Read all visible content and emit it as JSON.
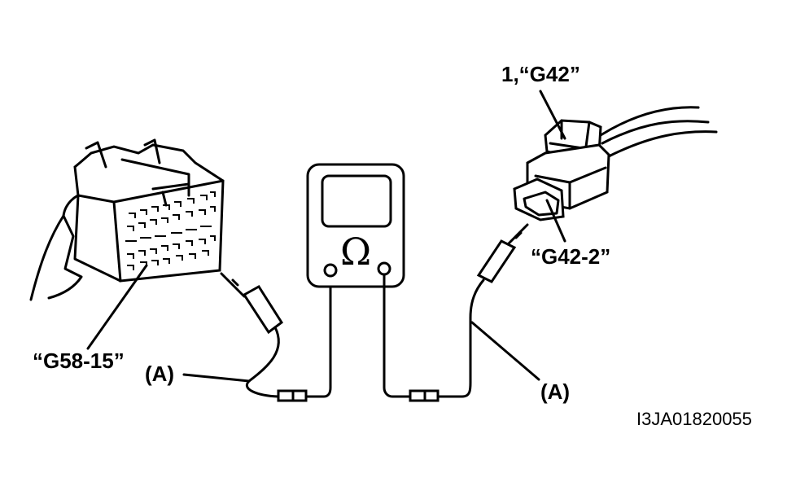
{
  "labels": {
    "connector_left": "“G58-15”",
    "connector_right_top": "1,“G42”",
    "connector_right_terminal": "“G42-2”",
    "lead_left": "(A)",
    "lead_right": "(A)",
    "meter_symbol": "Ω",
    "figure_code": "I3JA01820055"
  }
}
